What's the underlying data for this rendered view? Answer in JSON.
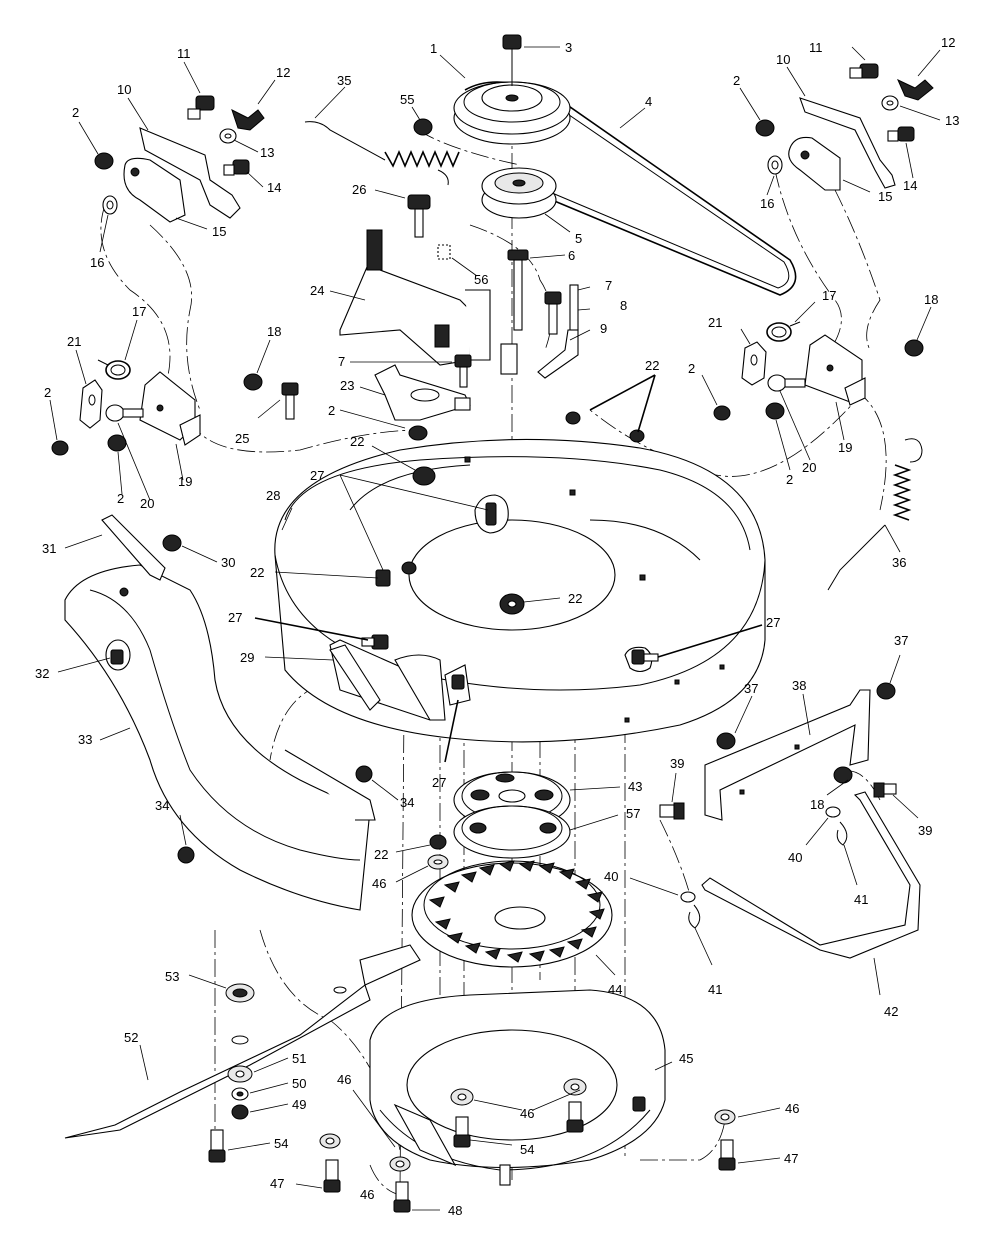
{
  "callouts": [
    {
      "id": "1",
      "t": "1"
    },
    {
      "id": "3",
      "t": "3"
    },
    {
      "id": "4",
      "t": "4"
    },
    {
      "id": "55",
      "t": "55"
    },
    {
      "id": "35",
      "t": "35"
    },
    {
      "id": "26",
      "t": "26"
    },
    {
      "id": "5",
      "t": "5"
    },
    {
      "id": "6",
      "t": "6"
    },
    {
      "id": "56",
      "t": "56"
    },
    {
      "id": "24",
      "t": "24"
    },
    {
      "id": "7a",
      "t": "7"
    },
    {
      "id": "8",
      "t": "8"
    },
    {
      "id": "9",
      "t": "9"
    },
    {
      "id": "7b",
      "t": "7"
    },
    {
      "id": "23",
      "t": "23"
    },
    {
      "id": "2c",
      "t": "2"
    },
    {
      "id": "25",
      "t": "25"
    },
    {
      "id": "22a",
      "t": "22"
    },
    {
      "id": "22b",
      "t": "22"
    },
    {
      "id": "11L",
      "t": "11"
    },
    {
      "id": "12L",
      "t": "12"
    },
    {
      "id": "10L",
      "t": "10"
    },
    {
      "id": "2L",
      "t": "2"
    },
    {
      "id": "13L",
      "t": "13"
    },
    {
      "id": "14L",
      "t": "14"
    },
    {
      "id": "15L",
      "t": "15"
    },
    {
      "id": "16L",
      "t": "16"
    },
    {
      "id": "17L",
      "t": "17"
    },
    {
      "id": "21L",
      "t": "21"
    },
    {
      "id": "18L",
      "t": "18"
    },
    {
      "id": "2L2",
      "t": "2"
    },
    {
      "id": "20L",
      "t": "20"
    },
    {
      "id": "19L",
      "t": "19"
    },
    {
      "id": "2L3",
      "t": "2"
    },
    {
      "id": "11R",
      "t": "11"
    },
    {
      "id": "12R",
      "t": "12"
    },
    {
      "id": "10R",
      "t": "10"
    },
    {
      "id": "2R",
      "t": "2"
    },
    {
      "id": "13R",
      "t": "13"
    },
    {
      "id": "14R",
      "t": "14"
    },
    {
      "id": "15R",
      "t": "15"
    },
    {
      "id": "16R",
      "t": "16"
    },
    {
      "id": "17R",
      "t": "17"
    },
    {
      "id": "18R",
      "t": "18"
    },
    {
      "id": "21R",
      "t": "21"
    },
    {
      "id": "2R2",
      "t": "2"
    },
    {
      "id": "20R",
      "t": "20"
    },
    {
      "id": "19R",
      "t": "19"
    },
    {
      "id": "2R3",
      "t": "2"
    },
    {
      "id": "36",
      "t": "36"
    },
    {
      "id": "27a",
      "t": "27"
    },
    {
      "id": "28",
      "t": "28"
    },
    {
      "id": "31",
      "t": "31"
    },
    {
      "id": "30",
      "t": "30"
    },
    {
      "id": "22c",
      "t": "22"
    },
    {
      "id": "22d",
      "t": "22"
    },
    {
      "id": "27b",
      "t": "27"
    },
    {
      "id": "27c",
      "t": "27"
    },
    {
      "id": "29",
      "t": "29"
    },
    {
      "id": "32",
      "t": "32"
    },
    {
      "id": "33",
      "t": "33"
    },
    {
      "id": "27d",
      "t": "27"
    },
    {
      "id": "34a",
      "t": "34"
    },
    {
      "id": "34b",
      "t": "34"
    },
    {
      "id": "22e",
      "t": "22"
    },
    {
      "id": "46a",
      "t": "46"
    },
    {
      "id": "43",
      "t": "43"
    },
    {
      "id": "57",
      "t": "57"
    },
    {
      "id": "37a",
      "t": "37"
    },
    {
      "id": "37b",
      "t": "37"
    },
    {
      "id": "38",
      "t": "38"
    },
    {
      "id": "39a",
      "t": "39"
    },
    {
      "id": "18b",
      "t": "18"
    },
    {
      "id": "39b",
      "t": "39"
    },
    {
      "id": "40a",
      "t": "40"
    },
    {
      "id": "41a",
      "t": "41"
    },
    {
      "id": "40b",
      "t": "40"
    },
    {
      "id": "41b",
      "t": "41"
    },
    {
      "id": "42",
      "t": "42"
    },
    {
      "id": "44",
      "t": "44"
    },
    {
      "id": "53",
      "t": "53"
    },
    {
      "id": "52",
      "t": "52"
    },
    {
      "id": "51",
      "t": "51"
    },
    {
      "id": "50",
      "t": "50"
    },
    {
      "id": "49",
      "t": "49"
    },
    {
      "id": "45",
      "t": "45"
    },
    {
      "id": "46b",
      "t": "46"
    },
    {
      "id": "46c",
      "t": "46"
    },
    {
      "id": "46d",
      "t": "46"
    },
    {
      "id": "46e",
      "t": "46"
    },
    {
      "id": "54a",
      "t": "54"
    },
    {
      "id": "54b",
      "t": "54"
    },
    {
      "id": "47a",
      "t": "47"
    },
    {
      "id": "47b",
      "t": "47"
    },
    {
      "id": "48",
      "t": "48"
    }
  ]
}
